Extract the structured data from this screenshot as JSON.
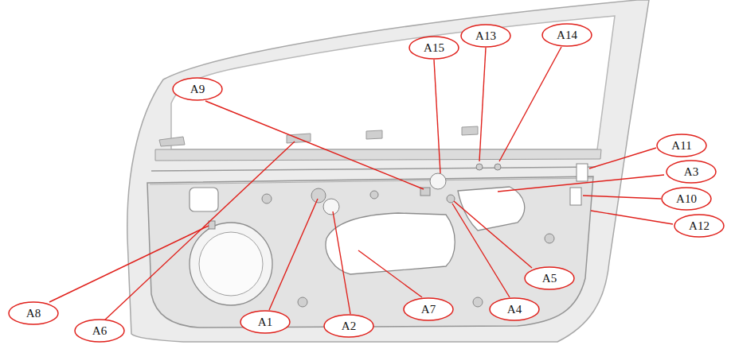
{
  "diagram": {
    "nodes": [
      {
        "text": [
          "A13"
        ]
      },
      {
        "text": [
          "A14"
        ]
      },
      {
        "text": [
          "A15"
        ]
      },
      {
        "text": [
          "A9"
        ]
      },
      {
        "text": [
          "A11"
        ]
      },
      {
        "text": [
          "A3"
        ]
      },
      {
        "text": [
          "A10"
        ]
      },
      {
        "text": [
          "A12"
        ]
      },
      {
        "text": [
          "A5"
        ]
      },
      {
        "text": [
          "A7"
        ]
      },
      {
        "text": [
          "A4"
        ]
      },
      {
        "text": [
          "A8"
        ]
      },
      {
        "text": [
          "A1"
        ]
      },
      {
        "text": [
          "A2"
        ]
      },
      {
        "text": [
          "A6"
        ]
      }
    ]
  }
}
